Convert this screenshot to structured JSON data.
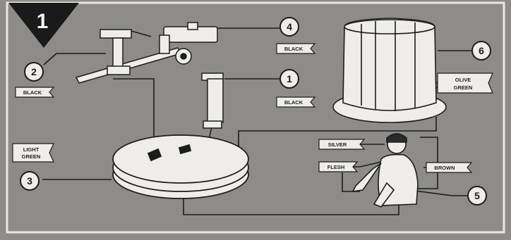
{
  "step": {
    "number": "1"
  },
  "callouts": [
    "1",
    "2",
    "3",
    "4",
    "5",
    "6"
  ],
  "color_flags": {
    "black_4": "BLACK",
    "black_2": "BLACK",
    "black_1": "BLACK",
    "light_green_l1": "LIGHT",
    "light_green_l2": "GREEN",
    "olive_green_l1": "OLIVE",
    "olive_green_l2": "GREEN",
    "silver": "SILVER",
    "flesh": "FLESH",
    "brown": "BROWN"
  },
  "colors": {
    "background": "#8d8c89",
    "part_fill": "#eeedea",
    "ink": "#1c1c1c",
    "corner": "#1a1a1a"
  }
}
